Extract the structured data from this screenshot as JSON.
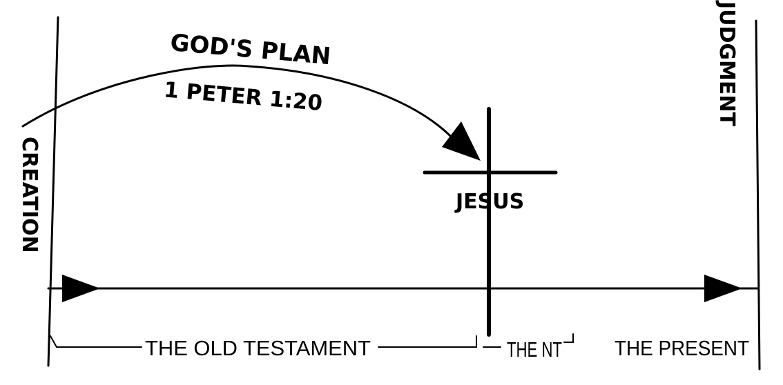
{
  "title_arc": {
    "line1": "GOD'S PLAN",
    "line2": "1 PETER 1:20"
  },
  "markers": {
    "start": "CREATION",
    "end": "JUDGMENT",
    "center": "JESUS"
  },
  "periods": {
    "old": "THE OLD TESTAMENT",
    "nt": "THE NT",
    "present": "THE PRESENT"
  },
  "colors": {
    "ink": "#000000",
    "background": "#ffffff"
  }
}
